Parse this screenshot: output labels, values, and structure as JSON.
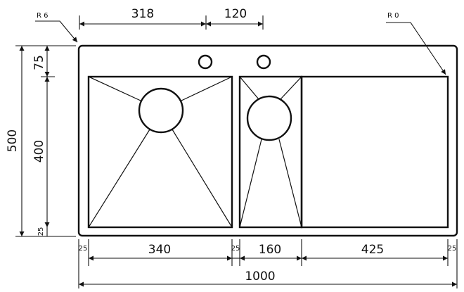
{
  "labels": {
    "r6": "R 6",
    "r0": "R 0",
    "d318": "318",
    "d120": "120",
    "d75": "75",
    "d400": "400",
    "d500": "500",
    "d25_side": "25",
    "d25_a": "25",
    "d25_b": "25",
    "d25_c": "25",
    "d340": "340",
    "d160": "160",
    "d425": "425",
    "d1000": "1000"
  }
}
